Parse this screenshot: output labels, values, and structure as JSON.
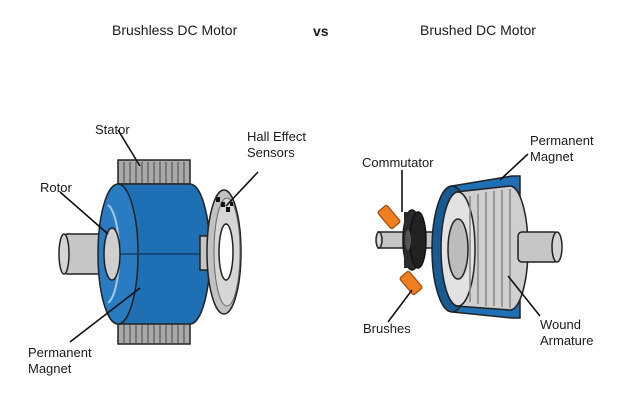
{
  "titles": {
    "left": "Brushless DC Motor",
    "vs": "vs",
    "right": "Brushed DC Motor"
  },
  "brushless": {
    "labels": {
      "stator": "Stator",
      "hall_line1": "Hall Effect",
      "hall_line2": "Sensors",
      "rotor": "Rotor",
      "magnet_line1": "Permanent",
      "magnet_line2": "Magnet"
    }
  },
  "brushed": {
    "labels": {
      "commutator": "Commutator",
      "magnet_line1": "Permanent",
      "magnet_line2": "Magnet",
      "brushes": "Brushes",
      "armature_line1": "Wound",
      "armature_line2": "Armature"
    }
  },
  "colors": {
    "blue": "#1f6fb5",
    "blue_dark": "#175a94",
    "gray_light": "#d9d9d9",
    "gray_mid": "#b3b3b3",
    "gray_dark": "#7a7a7a",
    "orange": "#f07f1f",
    "black": "#1a1a1a"
  }
}
